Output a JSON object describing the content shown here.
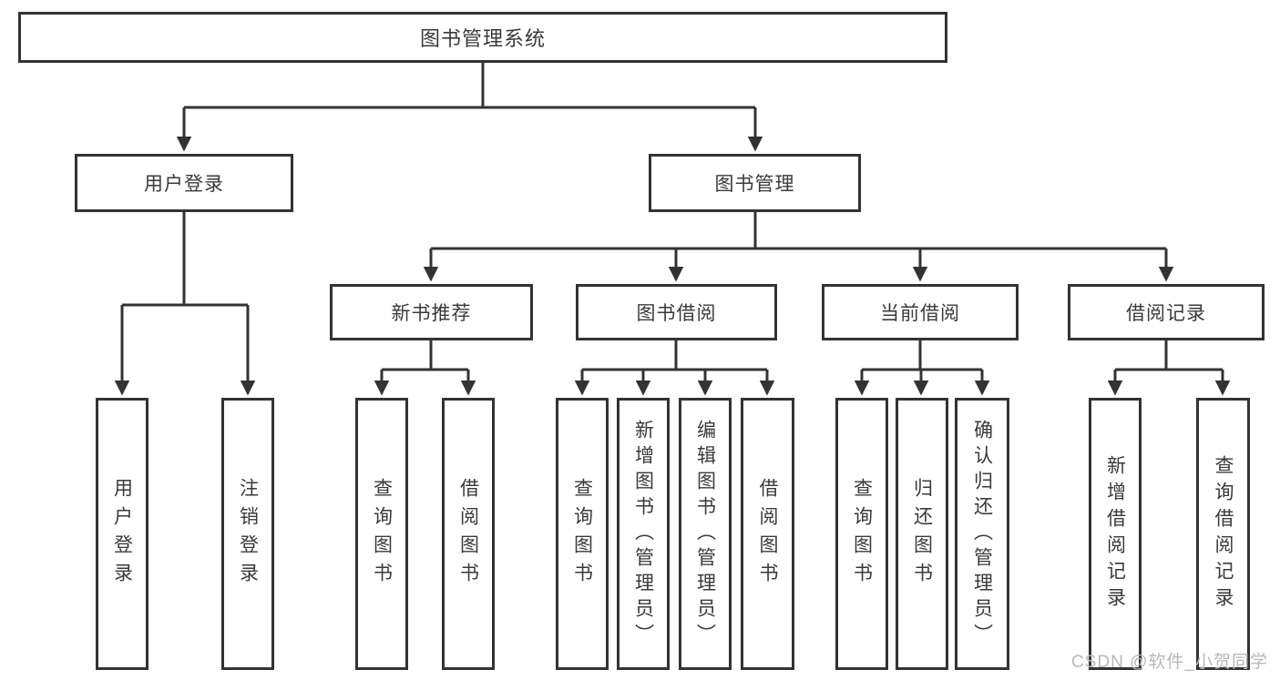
{
  "diagram": {
    "root": {
      "label": "图书管理系统"
    },
    "level2": [
      {
        "label": "用户登录"
      },
      {
        "label": "图书管理"
      }
    ],
    "level3": [
      {
        "label": "新书推荐"
      },
      {
        "label": "图书借阅"
      },
      {
        "label": "当前借阅"
      },
      {
        "label": "借阅记录"
      }
    ],
    "leaves_login": [
      {
        "label": "用户登录"
      },
      {
        "label": "注销登录"
      }
    ],
    "leaves_recommend": [
      {
        "label": "查询图书"
      },
      {
        "label": "借阅图书"
      }
    ],
    "leaves_borrow": [
      {
        "label": "查询图书"
      },
      {
        "label": "新增图书（管理员）"
      },
      {
        "label": "编辑图书（管理员）"
      },
      {
        "label": "借阅图书"
      }
    ],
    "leaves_current": [
      {
        "label": "查询图书"
      },
      {
        "label": "归还图书"
      },
      {
        "label": "确认归还（管理员）"
      }
    ],
    "leaves_records": [
      {
        "label": "新增借阅记录"
      },
      {
        "label": "查询借阅记录"
      }
    ],
    "watermark": "CSDN @软件_小贺同学",
    "colors": {
      "line": "#333333",
      "text": "#3a3a3a",
      "watermark": "#b8b8b8",
      "background": "#ffffff"
    }
  }
}
